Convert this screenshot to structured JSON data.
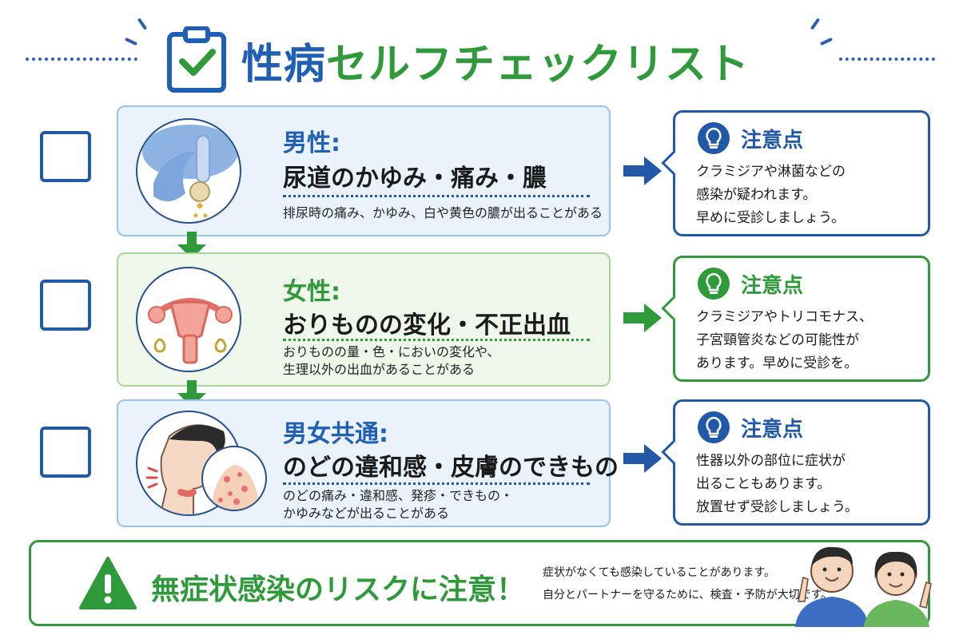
{
  "header": {
    "title_blue": "性病",
    "title_green": "セルフチェックリスト"
  },
  "items": [
    {
      "heading": "男性:",
      "title": "尿道のかゆみ・痛み・膿",
      "description": "排尿時の痛み、かゆみ、白や黄色の膿が出ることがある",
      "note_title": "注意点",
      "note_body": "クラミジアや淋菌などの\n感染が疑われます。\n早めに受診しましょう。"
    },
    {
      "heading": "女性:",
      "title": "おりものの変化・不正出血",
      "description": "おりものの量・色・においの変化や、\n生理以外の出血があることがある",
      "note_title": "注意点",
      "note_body": "クラミジアやトリコモナス、\n子宮頸管炎などの可能性が\nあります。早めに受診を。"
    },
    {
      "heading": "男女共通:",
      "title": "のどの違和感・皮膚のできもの",
      "description": "のどの痛み・違和感、発疹・できもの・\nかゆみなどが出ることがある",
      "note_title": "注意点",
      "note_body": "性器以外の部位に症状が\n出ることもあります。\n放置せず受診しましょう。"
    }
  ],
  "footer": {
    "title": "無症状感染のリスクに注意！",
    "text": "症状がなくても感染していることがあります。\n自分とパートナーを守るために、検査・予防が大切です。"
  },
  "colors": {
    "blue": "#1f5fb4",
    "green": "#2f9a3a",
    "card_blue_bg": "#eaf3fc",
    "card_green_bg": "#eef7ea"
  },
  "icons": [
    "clipboard-check-icon",
    "lightbulb-icon",
    "arrow-right-icon",
    "arrow-down-icon",
    "warning-icon"
  ]
}
